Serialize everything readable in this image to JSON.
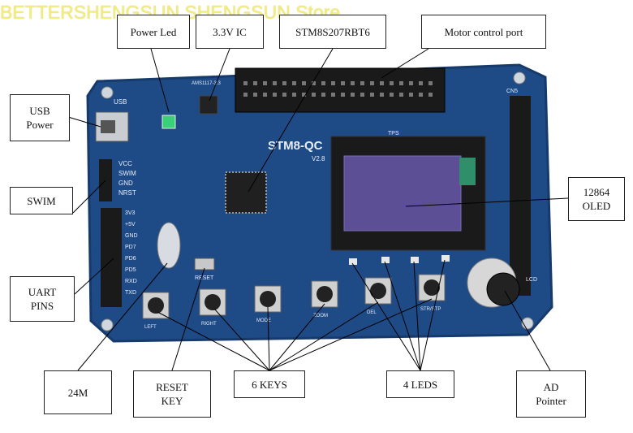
{
  "watermark": "BETTERSHENGSUN SHENGSUN Store",
  "board": {
    "model_text": "STM8-QC",
    "version_text": "V2.8",
    "tps_text": "TPS",
    "ams_text": "AMS1117-3.3",
    "swim_pins": [
      "VCC",
      "SWIM",
      "GND",
      "NRST"
    ],
    "uart_pins": [
      "3V3",
      "+5V",
      "GND",
      "PD7",
      "PD6",
      "PD5",
      "RXD",
      "TXD"
    ],
    "key_silk": [
      "LEFT",
      "RIGHT",
      "MODE",
      "ZOOM",
      "DEL",
      "STR/STP"
    ],
    "reset_silk": "RESET",
    "usb_silk": "USB",
    "lcd_silk": "LCD",
    "header_silk": "CN5",
    "colors": {
      "pcb": "#1e4a86",
      "pcb_edge": "#163a6b",
      "oled_glass": "#5d4f96",
      "header": "#1a1a1a"
    }
  },
  "labels": {
    "power_led": "Power Led",
    "ic_33v": "3.3V IC",
    "mcu": "STM8S207RBT6",
    "motor_port": "Motor control port",
    "usb_power": "USB\nPower",
    "swim": "SWIM",
    "oled": "12864\nOLED",
    "uart": "UART\nPINS",
    "crystal": "24M",
    "reset_key": "RESET\nKEY",
    "keys": "6 KEYS",
    "leds": "4 LEDS",
    "ad_pointer": "AD\nPointer"
  }
}
